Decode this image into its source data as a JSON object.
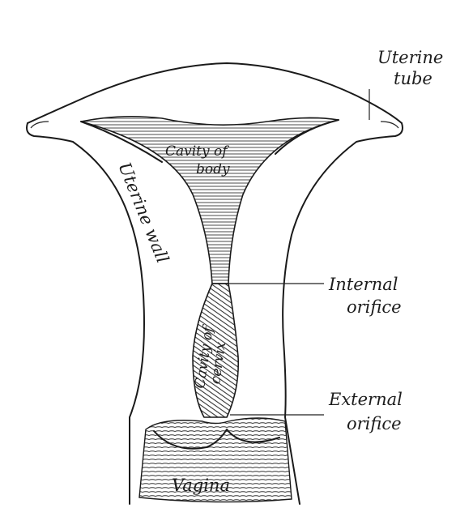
{
  "labels": {
    "uterine_tube_1": "Uterine",
    "uterine_tube_2": "tube",
    "cavity_body_1": "Cavity of",
    "cavity_body_2": "body",
    "uterine_wall": "Uterine wall",
    "internal_1": "Internal",
    "internal_2": "orifice",
    "cavity_cervix_1": "Cavity of",
    "cavity_cervix_2": "cervix",
    "external_1": "External",
    "external_2": "orifice",
    "vagina": "Vagina"
  }
}
